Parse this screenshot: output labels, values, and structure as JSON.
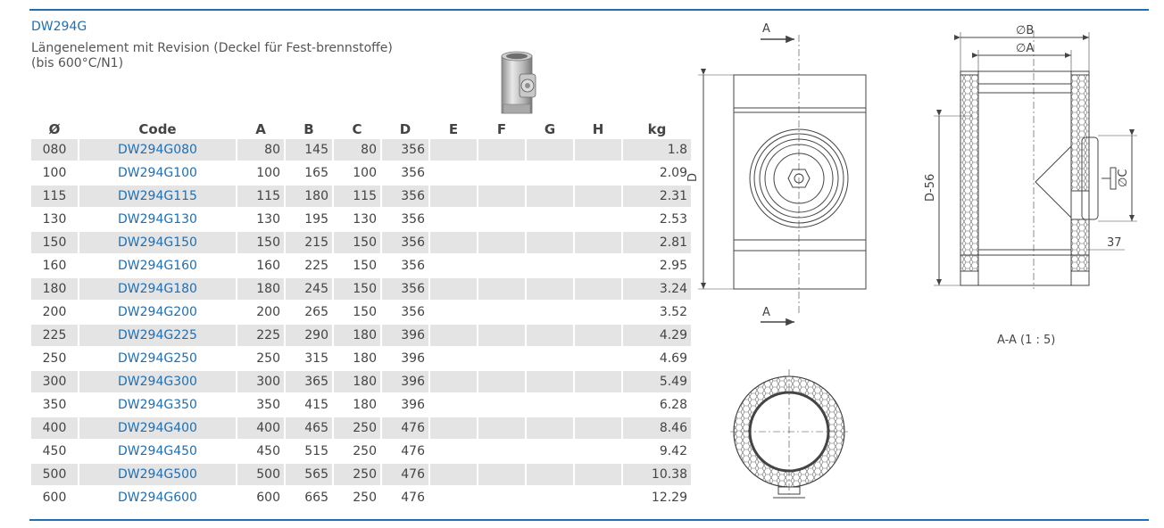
{
  "product": {
    "code": "DW294G",
    "description": "Längenelement mit Revision (Deckel für Fest-brennstoffe) (bis 600°C/N1)"
  },
  "table": {
    "headers": [
      "Ø",
      "Code",
      "A",
      "B",
      "C",
      "D",
      "E",
      "F",
      "G",
      "H",
      "kg"
    ],
    "rows": [
      [
        "080",
        "DW294G080",
        "80",
        "145",
        "80",
        "356",
        "",
        "",
        "",
        "",
        "1.8"
      ],
      [
        "100",
        "DW294G100",
        "100",
        "165",
        "100",
        "356",
        "",
        "",
        "",
        "",
        "2.09"
      ],
      [
        "115",
        "DW294G115",
        "115",
        "180",
        "115",
        "356",
        "",
        "",
        "",
        "",
        "2.31"
      ],
      [
        "130",
        "DW294G130",
        "130",
        "195",
        "130",
        "356",
        "",
        "",
        "",
        "",
        "2.53"
      ],
      [
        "150",
        "DW294G150",
        "150",
        "215",
        "150",
        "356",
        "",
        "",
        "",
        "",
        "2.81"
      ],
      [
        "160",
        "DW294G160",
        "160",
        "225",
        "150",
        "356",
        "",
        "",
        "",
        "",
        "2.95"
      ],
      [
        "180",
        "DW294G180",
        "180",
        "245",
        "150",
        "356",
        "",
        "",
        "",
        "",
        "3.24"
      ],
      [
        "200",
        "DW294G200",
        "200",
        "265",
        "150",
        "356",
        "",
        "",
        "",
        "",
        "3.52"
      ],
      [
        "225",
        "DW294G225",
        "225",
        "290",
        "180",
        "396",
        "",
        "",
        "",
        "",
        "4.29"
      ],
      [
        "250",
        "DW294G250",
        "250",
        "315",
        "180",
        "396",
        "",
        "",
        "",
        "",
        "4.69"
      ],
      [
        "300",
        "DW294G300",
        "300",
        "365",
        "180",
        "396",
        "",
        "",
        "",
        "",
        "5.49"
      ],
      [
        "350",
        "DW294G350",
        "350",
        "415",
        "180",
        "396",
        "",
        "",
        "",
        "",
        "6.28"
      ],
      [
        "400",
        "DW294G400",
        "400",
        "465",
        "250",
        "476",
        "",
        "",
        "",
        "",
        "8.46"
      ],
      [
        "450",
        "DW294G450",
        "450",
        "515",
        "250",
        "476",
        "",
        "",
        "",
        "",
        "9.42"
      ],
      [
        "500",
        "DW294G500",
        "500",
        "565",
        "250",
        "476",
        "",
        "",
        "",
        "",
        "10.38"
      ],
      [
        "600",
        "DW294G600",
        "600",
        "665",
        "250",
        "476",
        "",
        "",
        "",
        "",
        "12.29"
      ]
    ]
  },
  "drawing": {
    "section_marker_top": "A",
    "section_marker_bottom": "A",
    "dim_d": "D",
    "dim_dia_b": "∅B",
    "dim_dia_a": "∅A",
    "dim_d56": "D-56",
    "dim_dia_c": "∅C",
    "dim_37": "37",
    "section_label": "A-A  (1 : 5)"
  }
}
